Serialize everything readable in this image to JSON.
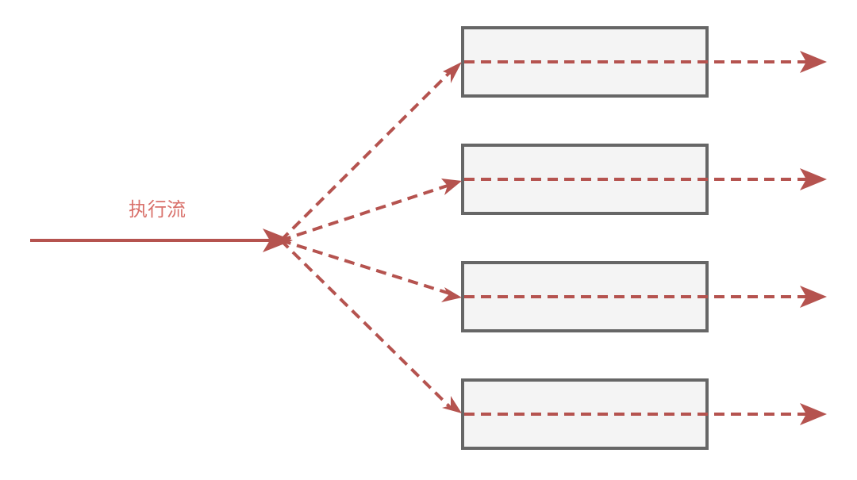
{
  "diagram": {
    "input_label": "执行流",
    "colors": {
      "arrow": "#b5534f",
      "label": "#d9716b",
      "box_fill": "#f4f4f4",
      "box_stroke": "#666666",
      "background": "#ffffff"
    },
    "branches": [
      {
        "id": "branch-1"
      },
      {
        "id": "branch-2"
      },
      {
        "id": "branch-3"
      },
      {
        "id": "branch-4"
      }
    ]
  }
}
